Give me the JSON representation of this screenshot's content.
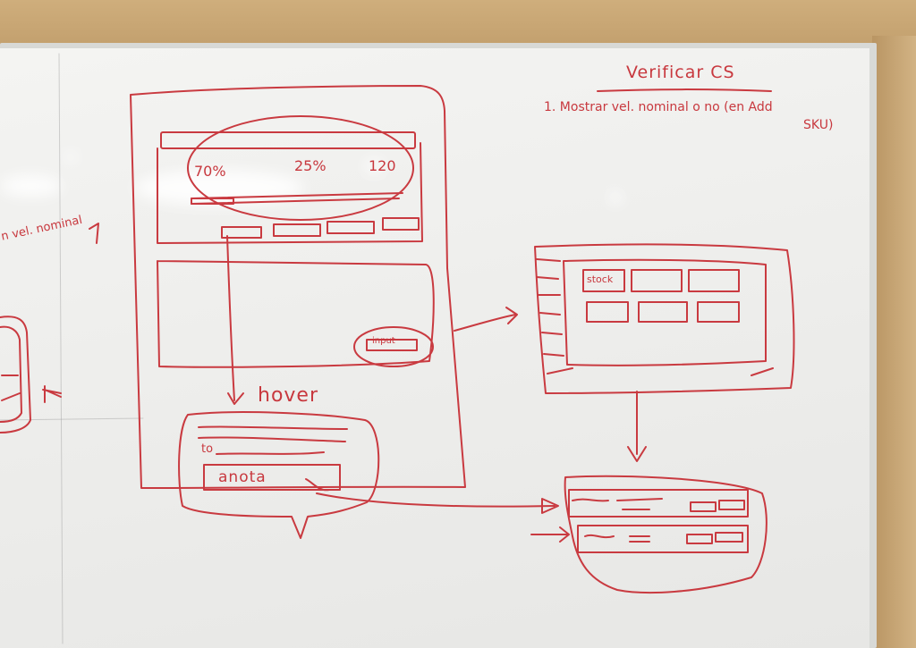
{
  "whiteboard": {
    "title": "Verificar CS",
    "note_line_1": "1. Mostrar vel. nominal o no (en Add",
    "note_line_2": "SKU)",
    "left_fragment": "n vel. nominal"
  },
  "wireframe": {
    "stat_1": "70%",
    "stat_2": "25%",
    "stat_3": "120",
    "hover_label": "hover",
    "input_label": "input",
    "tooltip_to": "to",
    "tooltip_field": "anota",
    "stock_label": "stock",
    "progress_fraction": 0.2
  },
  "colors": {
    "ink": "#c8383e",
    "board": "#f1f1ef",
    "wall": "#c9a876"
  }
}
